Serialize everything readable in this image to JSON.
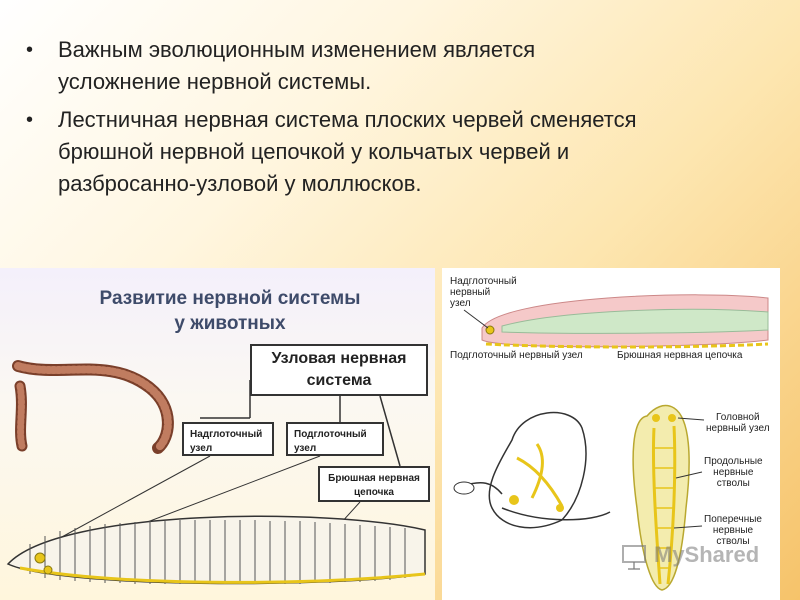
{
  "bullets": [
    {
      "text": "Важным эволюционным изменением является\nусложнение нервной системы."
    },
    {
      "text": " Лестничная нервная система плоских червей сменяется\nбрюшной нервной цепочкой у кольчатых червей и\nразбросанно-узловой  у моллюсков."
    }
  ],
  "bullet_symbol": "•",
  "left_figure": {
    "title": "Развитие нервной системы\nу животных",
    "main_box": "Узловая нервная\nсистема",
    "box_supra": "Надглоточный\nузел",
    "box_sub": "Подглоточный\nузел",
    "box_chain": "Брюшная нервная\nцепочка"
  },
  "right_figure": {
    "label_supra": "Надглоточный\nнервный\nузел",
    "label_sub": "Подглоточный нервный узел",
    "label_chain": "Брюшная нервная цепочка",
    "label_head": "Головной\nнервный узел",
    "label_longitudinal": "Продольные\nнервные\nстволы",
    "label_transverse": "Поперечные\nнервные\nстволы"
  },
  "watermark": "MyShared",
  "colors": {
    "worm": "#b06a4a",
    "nerve": "#e8c51a",
    "outline": "#333333"
  }
}
